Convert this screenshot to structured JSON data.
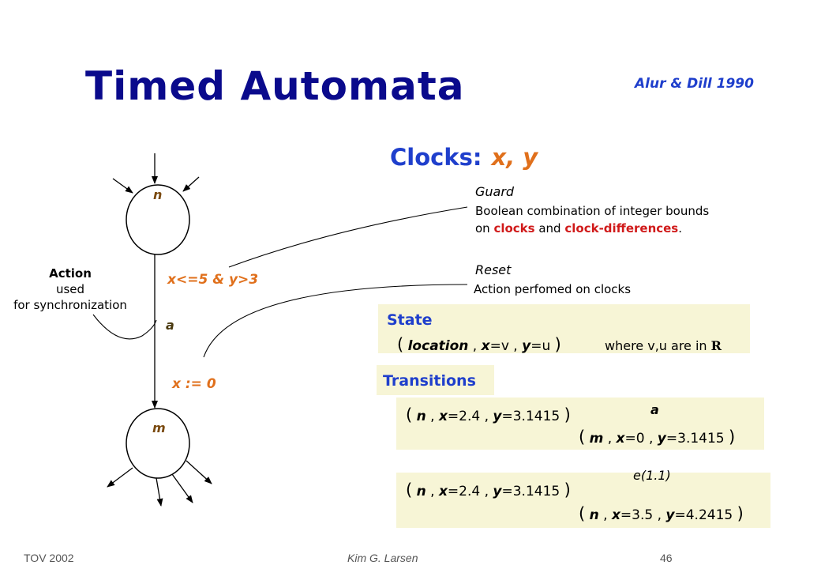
{
  "title": "Timed Automata",
  "citation": "Alur & Dill 1990",
  "clocks": {
    "label": "Clocks:",
    "vars": "x, y"
  },
  "automaton": {
    "loc_n": "n",
    "loc_m": "m",
    "guard_expr": "x<=5 & y>3",
    "action": "a",
    "reset_expr": "x := 0"
  },
  "action_note": {
    "title": "Action",
    "line2": "used",
    "line3": "for synchronization"
  },
  "guard_note": {
    "title": "Guard",
    "line1": "Boolean combination of integer bounds",
    "line2_pre": "on ",
    "clocks_word": "clocks",
    "and_word": " and ",
    "clockdiff_word": "clock-differences",
    "period": "."
  },
  "reset_note": {
    "title": "Reset",
    "line1": "Action perfomed on clocks"
  },
  "state": {
    "heading": "State",
    "open": "(",
    "location": "location",
    "sep1": " , ",
    "x_var": "x",
    "x_val": "=v",
    "sep2": " , ",
    "y_var": "y",
    "y_val": "=u",
    "close": ")",
    "note_pre": "where v,u are in ",
    "R": "R"
  },
  "transitions": {
    "heading": "Transitions",
    "t1": {
      "from_loc": "n",
      "from_x": "=2.4",
      "from_y": "=3.1415",
      "label": "a",
      "to_loc": "m",
      "to_x": "=0",
      "to_y": "=3.1415"
    },
    "t2": {
      "from_loc": "n",
      "from_x": "=2.4",
      "from_y": "=3.1415",
      "label": "e(1.1)",
      "to_loc": "n",
      "to_x": "=3.5",
      "to_y": "=4.2415"
    }
  },
  "footer": {
    "left": "TOV 2002",
    "center": "Kim G. Larsen",
    "page": "46"
  }
}
